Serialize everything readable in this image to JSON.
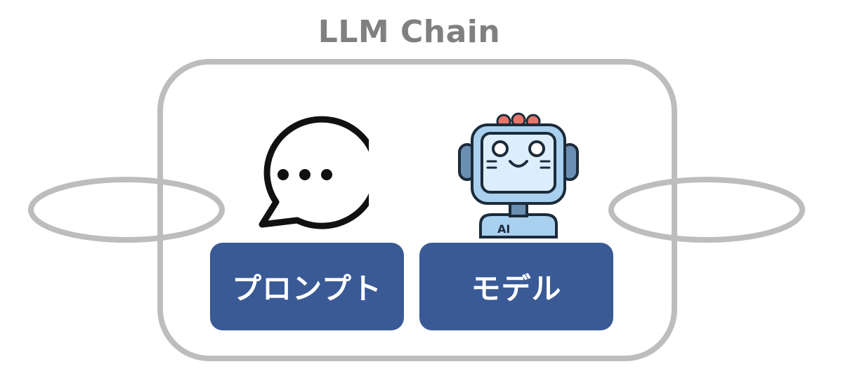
{
  "title": "LLM Chain",
  "blocks": {
    "prompt_label": "プロンプト",
    "model_label": "モデル"
  },
  "icons": {
    "prompt_icon": "speech-bubble-icon",
    "model_icon": "robot-icon",
    "robot_badge": "AI"
  },
  "colors": {
    "frame": "#bdbdbd",
    "title": "#808080",
    "block": "#3a5a96",
    "robot_face": "#a9d0ef",
    "robot_screen": "#dceefb",
    "robot_antenna": "#e8756a"
  }
}
